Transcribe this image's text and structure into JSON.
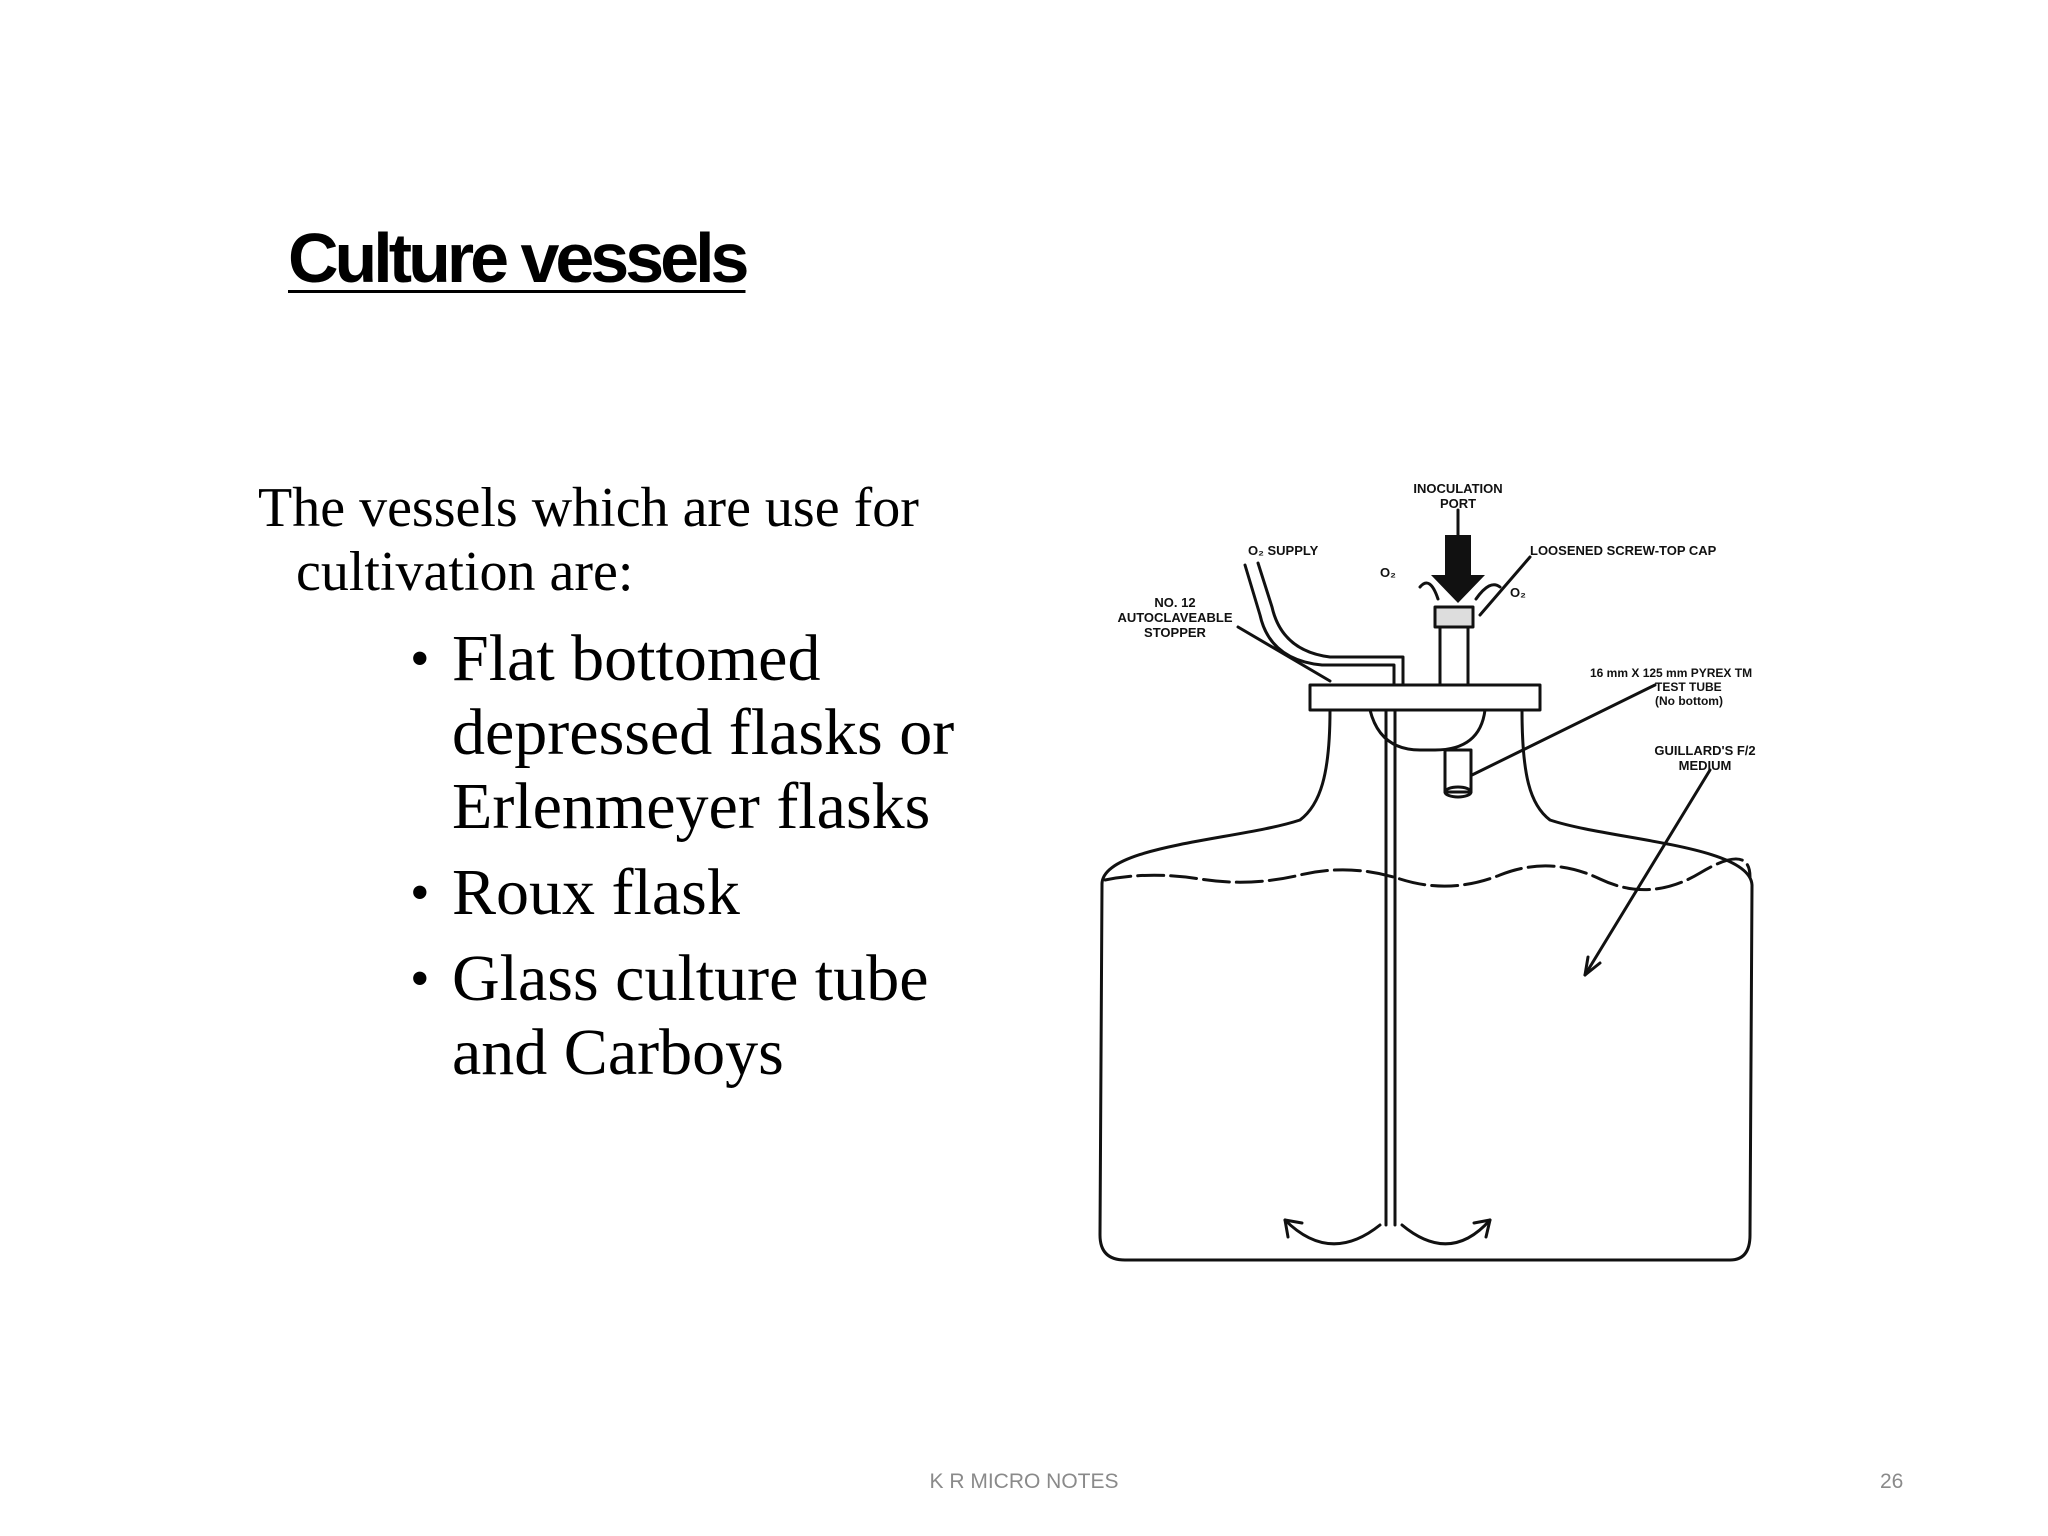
{
  "slide": {
    "title": "Culture vessels",
    "intro_line1": "The vessels which are use for",
    "intro_line2": "cultivation are:",
    "items": [
      {
        "text": "Flat bottomed depressed flasks or Erlenmeyer flasks"
      },
      {
        "text": "Roux flask"
      },
      {
        "text": "Glass culture tube and Carboys"
      }
    ],
    "bullet": "•",
    "footer": "K R MICRO NOTES",
    "page_number": "26"
  },
  "figure": {
    "labels": {
      "inoculation": "INOCULATION",
      "port": "PORT",
      "o2_supply": "O₂ SUPPLY",
      "o2_a": "O₂",
      "o2_b": "O₂",
      "screw_cap": "LOOSENED SCREW-TOP CAP",
      "stopper_1": "NO. 12",
      "stopper_2": "AUTOCLAVEABLE",
      "stopper_3": "STOPPER",
      "tube_1": "16 mm X 125 mm PYREX  TM",
      "tube_2": "TEST TUBE",
      "tube_3": "(No bottom)",
      "medium_1": "GUILLARD'S F/2",
      "medium_2": "MEDIUM"
    }
  }
}
